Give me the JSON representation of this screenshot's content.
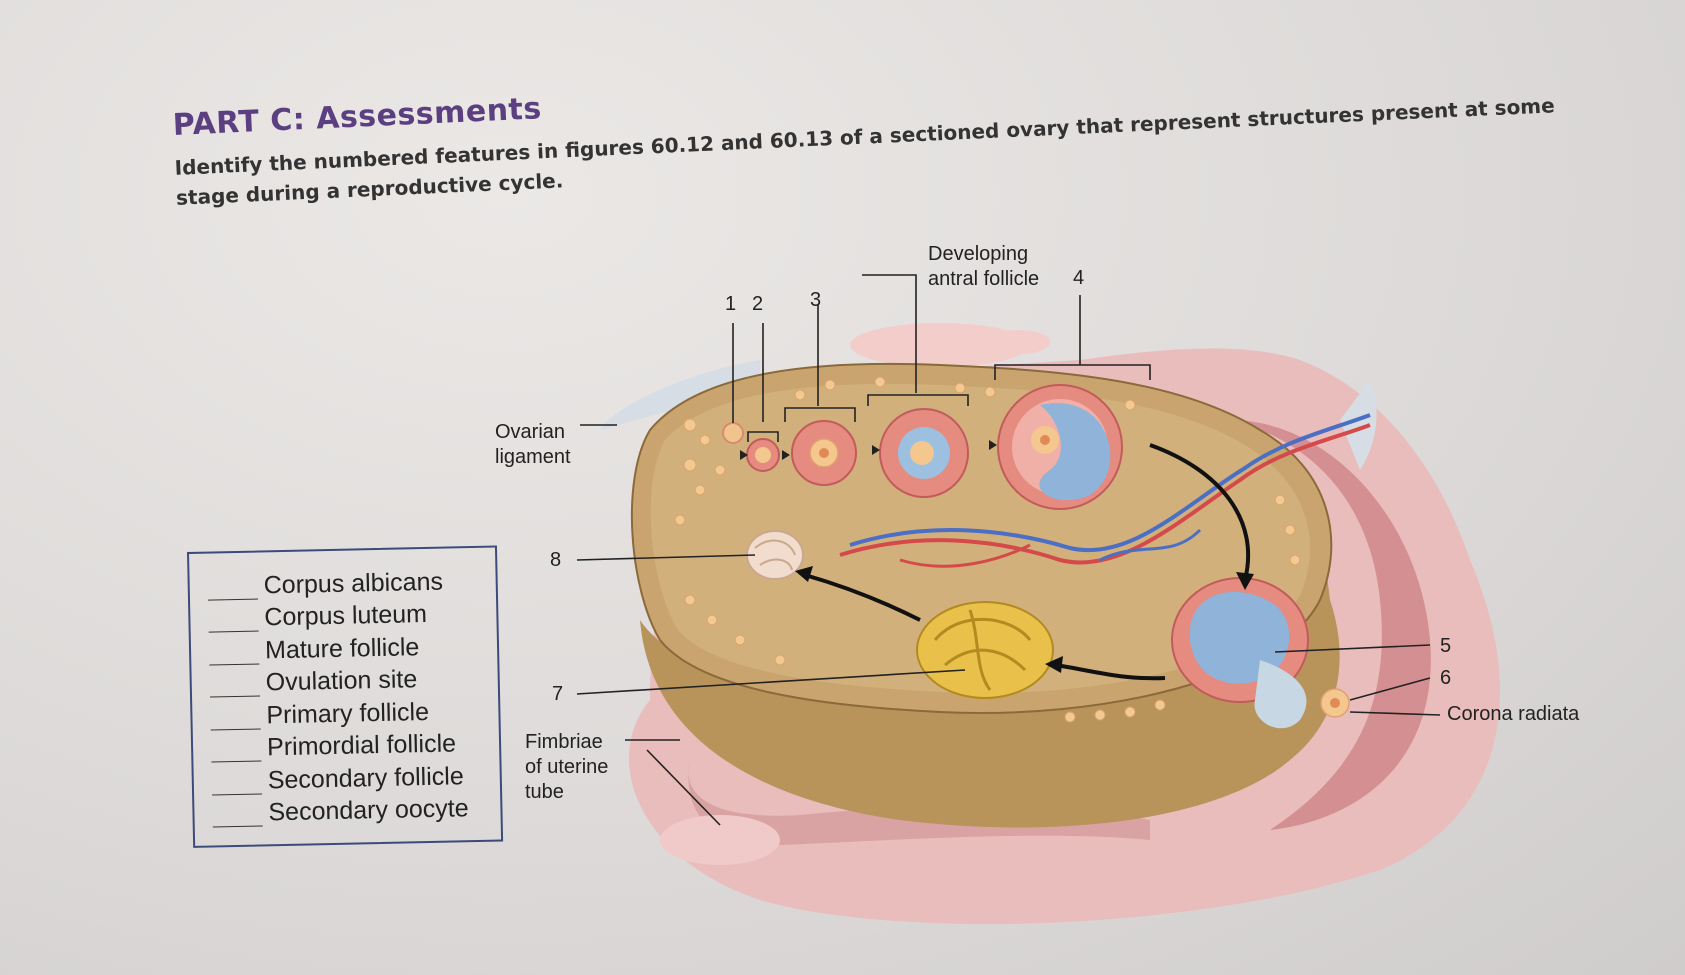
{
  "header": {
    "title": "PART C: Assessments",
    "instructions": "Identify the numbered features in figures 60.12 and 60.13 of a sectioned ovary that represent structures present at some stage during a reproductive cycle."
  },
  "answer_list": [
    "Corpus albicans",
    "Corpus luteum",
    "Mature follicle",
    "Ovulation site",
    "Primary follicle",
    "Primordial follicle",
    "Secondary follicle",
    "Secondary oocyte"
  ],
  "figure_labels": {
    "n1": "1",
    "n2": "2",
    "n3": "3",
    "n4": "4",
    "n5": "5",
    "n6": "6",
    "n7": "7",
    "n8": "8",
    "developing_line1": "Developing",
    "developing_line2": "antral follicle",
    "ovarian_line1": "Ovarian",
    "ovarian_line2": "ligament",
    "fimbriae_line1": "Fimbriae",
    "fimbriae_line2": "of uterine",
    "fimbriae_line3": "tube",
    "corona": "Corona radiata"
  },
  "colors": {
    "title_purple": "#5b3f80",
    "box_border": "#3d4b7a",
    "ovary_tan": "#c9a46e",
    "hand_pink": "#e8b8b6",
    "follicle_red": "#d86a6a",
    "antrum_blue": "#8fb3d9",
    "corpus_luteum_yellow": "#e8c04a"
  }
}
